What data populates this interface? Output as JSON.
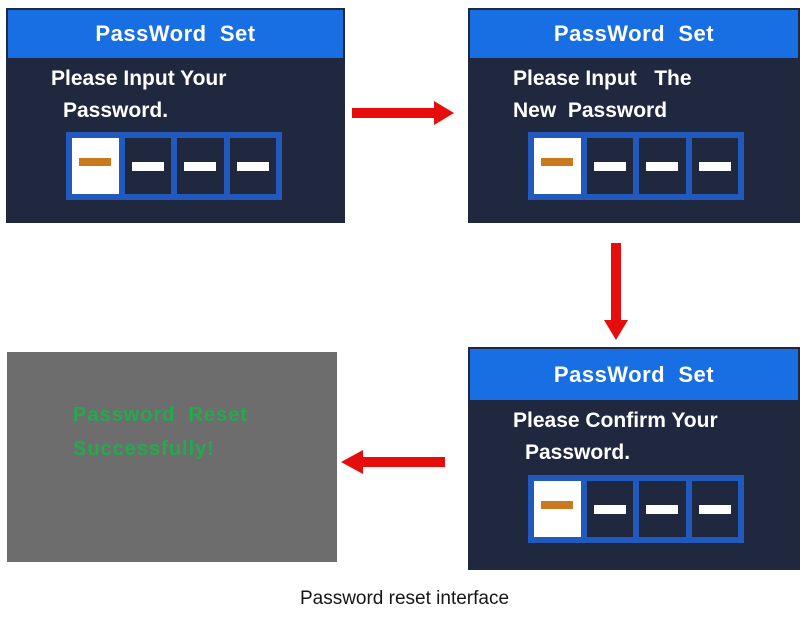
{
  "figure": {
    "caption": "Password reset interface"
  },
  "colors": {
    "header_blue": "#186ee3",
    "screen_navy": "#202840",
    "box_border_blue": "#2159bd",
    "active_cell_white": "#ffffff",
    "cursor_dash_orange": "#c9791e",
    "dash_white": "#ffffff",
    "success_bg_gray": "#6d6d6d",
    "success_text_green": "#22aa4d",
    "arrow_red": "#e60d0d",
    "screen_text_white": "#ffffff"
  },
  "screens": {
    "input_current": {
      "title": "PassWord  Set",
      "prompt_line1": "Please Input Your",
      "prompt_line2": "Password.",
      "password_length": 4,
      "active_cell_index": 0
    },
    "input_new": {
      "title": "PassWord  Set",
      "prompt_line1": "Please Input   The",
      "prompt_line2": "New  Password",
      "password_length": 4,
      "active_cell_index": 0
    },
    "confirm": {
      "title": "PassWord  Set",
      "prompt_line1": "Please Confirm Your",
      "prompt_line2": "Password.",
      "password_length": 4,
      "active_cell_index": 0
    },
    "success": {
      "message_line1": "Password  Reset",
      "message_line2": "Successfully!"
    }
  }
}
